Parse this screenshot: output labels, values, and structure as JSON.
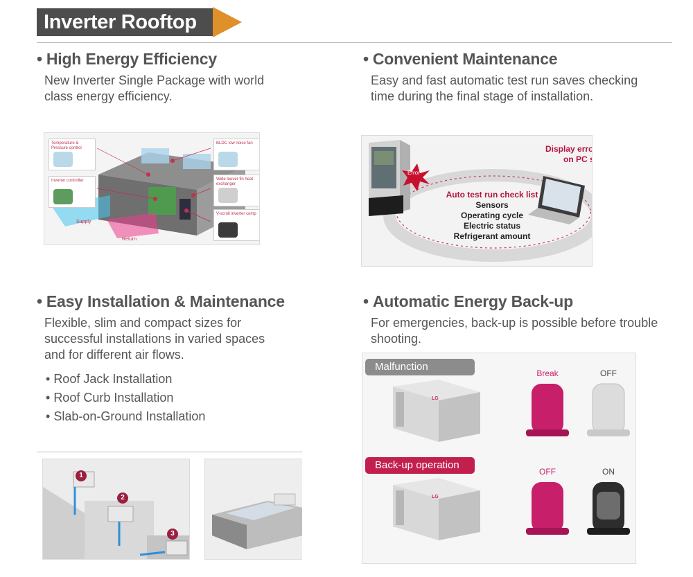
{
  "header": {
    "title": "Inverter Rooftop"
  },
  "sections": {
    "efficiency": {
      "title": "High Energy Efficiency",
      "lines": [
        "New Inverter Single Package with world",
        "class energy efficiency."
      ]
    },
    "maintenance": {
      "title": "Convenient Maintenance",
      "lines": [
        "Easy and fast automatic test run saves checking",
        "time during the final stage of installation."
      ]
    },
    "installation": {
      "title": "Easy Installation & Maintenance",
      "lines": [
        "Flexible, slim and compact sizes for",
        "successful installations in varied spaces",
        "and for different air flows."
      ],
      "items": [
        "Roof Jack Installation",
        "Roof Curb Installation",
        "Slab-on-Ground Installation"
      ]
    },
    "backup": {
      "title": "Automatic Energy Back-up",
      "lines": [
        "For emergencies, back-up is possible before trouble",
        "shooting."
      ]
    }
  },
  "diagram_efficiency": {
    "callouts": [
      "Temperature & Pressure control",
      "Inverter controller",
      "BLDC low noise fan",
      "Wide louver fin heat exchanger",
      "V-scroll inverter comp"
    ],
    "supply_label": "Supply",
    "return_label": "Return"
  },
  "diagram_maintenance": {
    "error_label": "Error",
    "display_message": [
      "Display error message",
      "on  PC screen"
    ],
    "checklist_title": "Auto test run check list",
    "checklist_items": [
      "Sensors",
      "Operating cycle",
      "Electric status",
      "Refrigerant amount"
    ]
  },
  "diagram_backup": {
    "malfunction_label": "Malfunction",
    "backup_label": "Back-up operation",
    "row1": [
      "Break",
      "OFF"
    ],
    "row2": [
      "OFF",
      "ON"
    ],
    "unit_logo": "LG"
  },
  "diagram_install": {
    "markers": [
      "1",
      "2",
      "3"
    ]
  },
  "colors": {
    "accent_orange": "#e0902b",
    "title_gray": "#4d4d4d",
    "brand_red": "#b5123f",
    "compressor_pink": "#c81f6b"
  }
}
